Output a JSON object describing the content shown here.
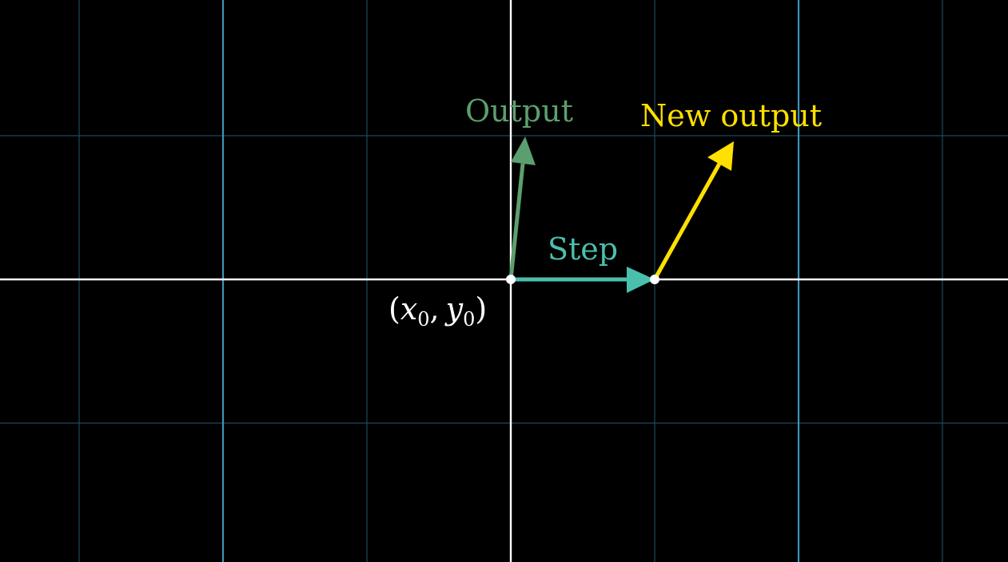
{
  "labels": {
    "output": "Output",
    "step": "Step",
    "new_output": "New output",
    "point": {
      "open_paren": "(",
      "x": "x",
      "x_sub": "0",
      "comma": ",",
      "y": "y",
      "y_sub": "0",
      "close_paren": ")"
    }
  },
  "colors": {
    "background": "#000000",
    "grid_minor": "#1d4a5a",
    "grid_major": "#3f93b8",
    "axis": "#ffffff",
    "output_vector": "#5c9f6e",
    "step_vector": "#4bbfae",
    "new_output_vector": "#ffe000",
    "point": "#ffffff"
  }
}
